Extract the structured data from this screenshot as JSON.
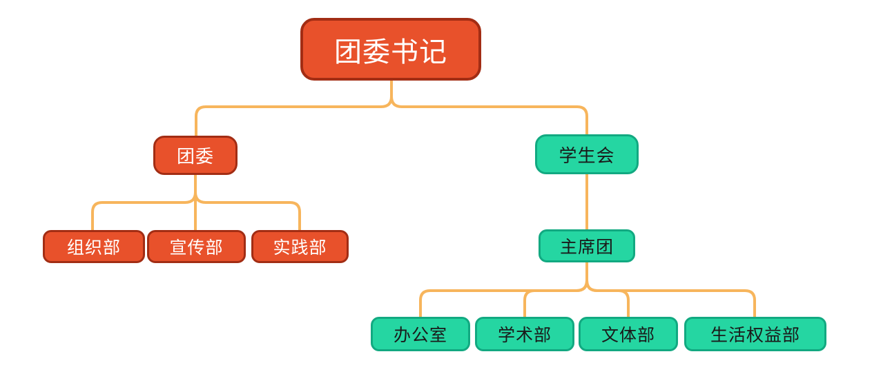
{
  "colors": {
    "connector": "#f7b55c",
    "red_fill": "#e8512b",
    "red_border": "#a22d14",
    "green_fill": "#25d6a2",
    "green_border": "#12a981"
  },
  "nodes": {
    "root": "团委书记",
    "tuanwei": "团委",
    "xueshenghui": "学生会",
    "zuzhibu": "组织部",
    "xuanchuanbu": "宣传部",
    "shijianbu": "实践部",
    "zhuxituan": "主席团",
    "bangongshi": "办公室",
    "xueshubu": "学术部",
    "wentibu": "文体部",
    "shenghuoquanyibu": "生活权益部"
  },
  "edges": [
    [
      "root",
      "tuanwei"
    ],
    [
      "root",
      "xueshenghui"
    ],
    [
      "tuanwei",
      "zuzhibu"
    ],
    [
      "tuanwei",
      "xuanchuanbu"
    ],
    [
      "tuanwei",
      "shijianbu"
    ],
    [
      "xueshenghui",
      "zhuxituan"
    ],
    [
      "zhuxituan",
      "bangongshi"
    ],
    [
      "zhuxituan",
      "xueshubu"
    ],
    [
      "zhuxituan",
      "wentibu"
    ],
    [
      "zhuxituan",
      "shenghuoquanyibu"
    ]
  ]
}
